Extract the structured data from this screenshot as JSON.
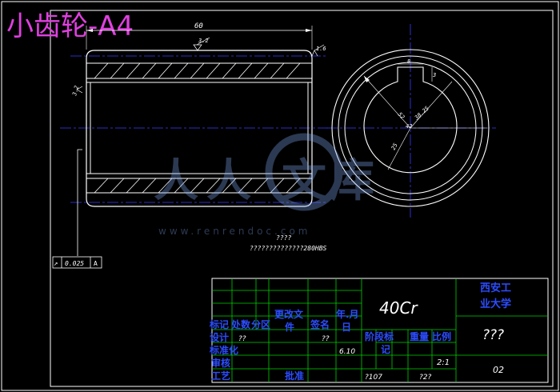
{
  "drawing_title": "小齿轮-A4",
  "dimensions": {
    "overall_length": "60",
    "roughness_top": "3.2",
    "roughness_right": "1.6",
    "roughness_left": "3.2",
    "key_width": "8",
    "key_depth": "3",
    "bore_dia": "52",
    "inner_dia": "38.25",
    "radius_42": "42",
    "dia_25": "25"
  },
  "tolerance_frame": {
    "symbol": "↗",
    "value": "0.025",
    "datum": "A"
  },
  "notes": {
    "line1": "????",
    "line2": "??????????????280HBS"
  },
  "watermark": {
    "site": "www.renrendoc.com",
    "chars": [
      "人",
      "人",
      "文",
      "库"
    ]
  },
  "title_block": {
    "material": "40Cr",
    "school": [
      "西安工",
      "业大学"
    ],
    "part_name": "???",
    "drawing_no": "02",
    "scale": "2:1",
    "bottom_left": "?107",
    "bottom_mid": "?2?",
    "labels": {
      "marker": "标记",
      "count": "处数",
      "zone": "分区",
      "change_doc": [
        "更改文",
        "件"
      ],
      "signature": "签名",
      "date": [
        "年.月",
        "日"
      ],
      "stage_mark": [
        "阶段标",
        "记"
      ],
      "weight": "重量",
      "ratio": "比例",
      "design": "设计",
      "standardize": "标准化",
      "audit": "审核",
      "process": "工艺",
      "approve": "批准",
      "design_value": "??",
      "std_value": "??",
      "std_date": "6.10"
    }
  }
}
